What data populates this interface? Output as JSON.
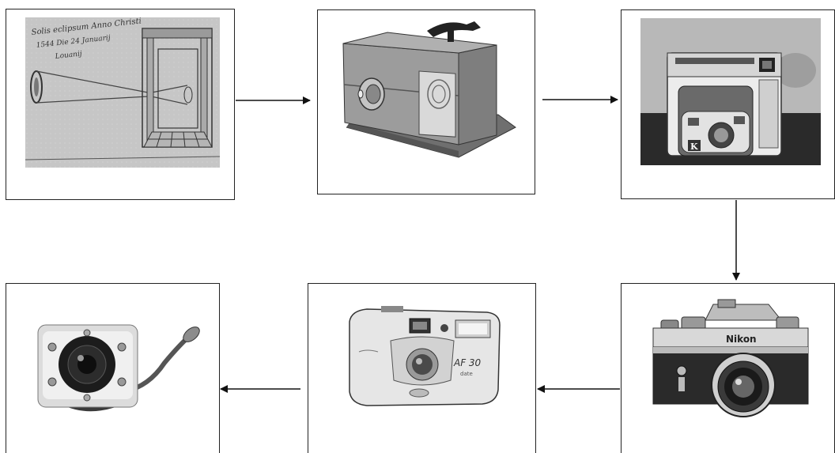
{
  "diagram": {
    "type": "flow",
    "flow_order": [
      "camera-obscura-sketch",
      "daguerreotype-box-camera",
      "kodak-instant-camera",
      "nikon-slr-camera",
      "compact-film-camera",
      "miniature-security-camera"
    ],
    "panels": [
      {
        "id": "camera-obscura-sketch",
        "image": "camera-obscura-drawing",
        "handwriting": [
          "Solis eclipsum Anno Christi",
          "1544 Die 24 Januarij",
          "Louanij"
        ]
      },
      {
        "id": "daguerreotype-box-camera",
        "image": "wooden-box-camera"
      },
      {
        "id": "kodak-instant-camera",
        "image": "kodak-instant-camera",
        "logo_text": "K"
      },
      {
        "id": "nikon-slr-camera",
        "image": "nikon-slr-camera",
        "brand_text": "Nikon"
      },
      {
        "id": "compact-film-camera",
        "image": "compact-35mm-camera",
        "model_text": [
          "AF 30",
          "date"
        ]
      },
      {
        "id": "miniature-security-camera",
        "image": "mini-cctv-camera"
      }
    ],
    "colors": {
      "border": "#222222",
      "arrow": "#111111",
      "background": "#ffffff"
    }
  }
}
